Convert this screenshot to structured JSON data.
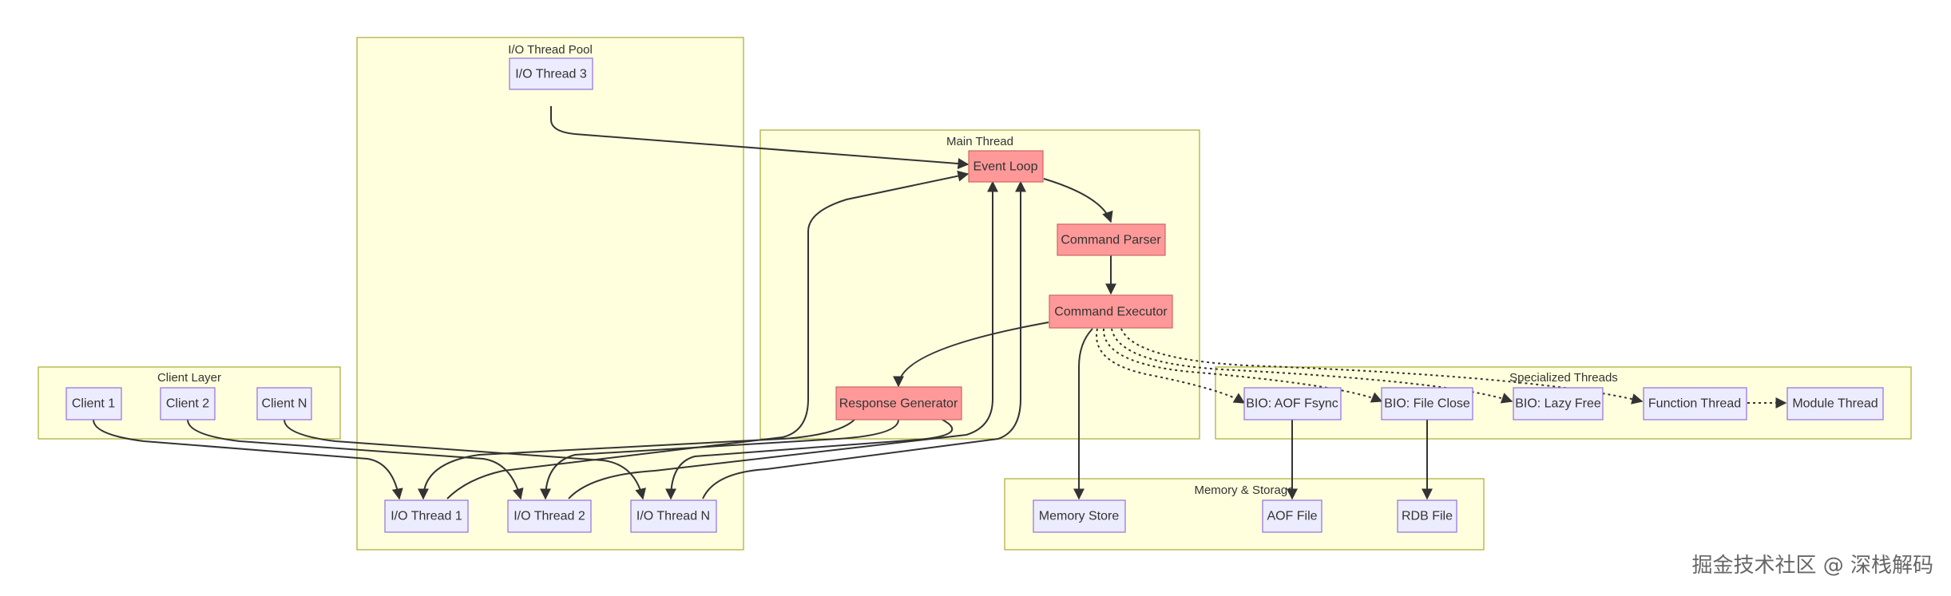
{
  "clusters": {
    "io_pool": "I/O Thread Pool",
    "main": "Main Thread",
    "client": "Client Layer",
    "special": "Specialized Threads",
    "memory": "Memory & Storage"
  },
  "nodes": {
    "io3": "I/O Thread 3",
    "event_loop": "Event Loop",
    "cmd_parser": "Command Parser",
    "cmd_exec": "Command Executor",
    "resp_gen": "Response Generator",
    "client1": "Client 1",
    "client2": "Client 2",
    "clientN": "Client N",
    "io1": "I/O Thread 1",
    "io2": "I/O Thread 2",
    "ioN": "I/O Thread N",
    "bio_aof": "BIO: AOF Fsync",
    "bio_close": "BIO: File Close",
    "bio_lazy": "BIO: Lazy Free",
    "func_thread": "Function Thread",
    "module_thread": "Module Thread",
    "mem_store": "Memory Store",
    "aof_file": "AOF File",
    "rdb_file": "RDB File"
  },
  "colors": {
    "cluster_fill": "#ffffde",
    "node_blue": "#ececff",
    "node_red": "#ff9999"
  },
  "watermark": "掘金技术社区 @ 深栈解码"
}
